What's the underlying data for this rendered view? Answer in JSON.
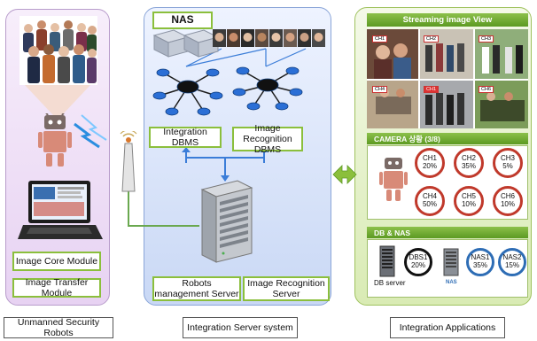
{
  "robots": {
    "modules": [
      "Image Core Module",
      "Image Transfer Module"
    ],
    "bottom_label": "Unmanned Security Robots"
  },
  "server": {
    "nas_label": "NAS",
    "integration_dbms": "Integration DBMS",
    "recognition_dbms": "Image Recognition DBMS",
    "robots_mgmt_server": "Robots management Server",
    "recognition_server": "Image Recognition Server",
    "bottom_label": "Integration Server system"
  },
  "apps": {
    "streaming_title": "Streaming image View",
    "stream_tags": [
      "CH1",
      "CH2",
      "CH3",
      "CH4",
      "CH1",
      "CH6"
    ],
    "camera_bar": "CAMERA 상황 (3/8)",
    "channels": [
      {
        "name": "CH1",
        "value": "20%"
      },
      {
        "name": "CH2",
        "value": "35%"
      },
      {
        "name": "CH3",
        "value": "5%"
      },
      {
        "name": "CH4",
        "value": "50%"
      },
      {
        "name": "CH5",
        "value": "10%"
      },
      {
        "name": "CH6",
        "value": "10%"
      }
    ],
    "db_bar": "DB & NAS",
    "db_server_label": "DB server",
    "nas_small_label": "NAS",
    "dbs": [
      {
        "name": "DBS1",
        "value": "20%"
      },
      {
        "name": "NAS1",
        "value": "35%"
      },
      {
        "name": "NAS2",
        "value": "15%"
      }
    ],
    "bottom_label": "Integration Applications"
  },
  "colors": {
    "accent_green": "#8bbf3c",
    "channel_red": "#c0392b",
    "nas_blue": "#2e6db5",
    "link_blue": "#3b7dd8"
  }
}
